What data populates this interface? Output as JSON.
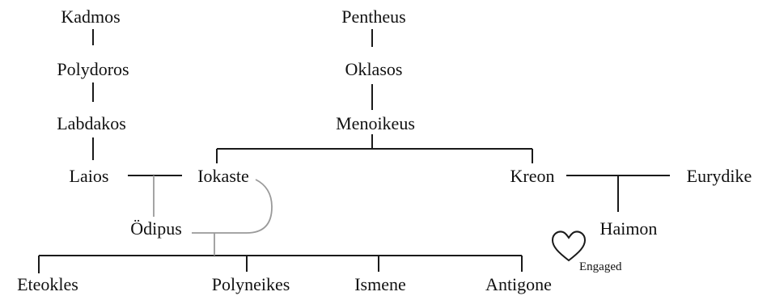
{
  "diagram": {
    "people": {
      "kadmos": "Kadmos",
      "polydoros": "Polydoros",
      "labdakos": "Labdakos",
      "laios": "Laios",
      "pentheus": "Pentheus",
      "oklasos": "Oklasos",
      "menoikeus": "Menoikeus",
      "iokaste": "Iokaste",
      "kreon": "Kreon",
      "eurydike": "Eurydike",
      "haimon": "Haimon",
      "oedipus": "Ödipus",
      "eteokles": "Eteokles",
      "polyneikes": "Polyneikes",
      "ismene": "Ismene",
      "antigone": "Antigone"
    },
    "engaged_label": "Engaged",
    "heart_icon": "heart-icon"
  }
}
